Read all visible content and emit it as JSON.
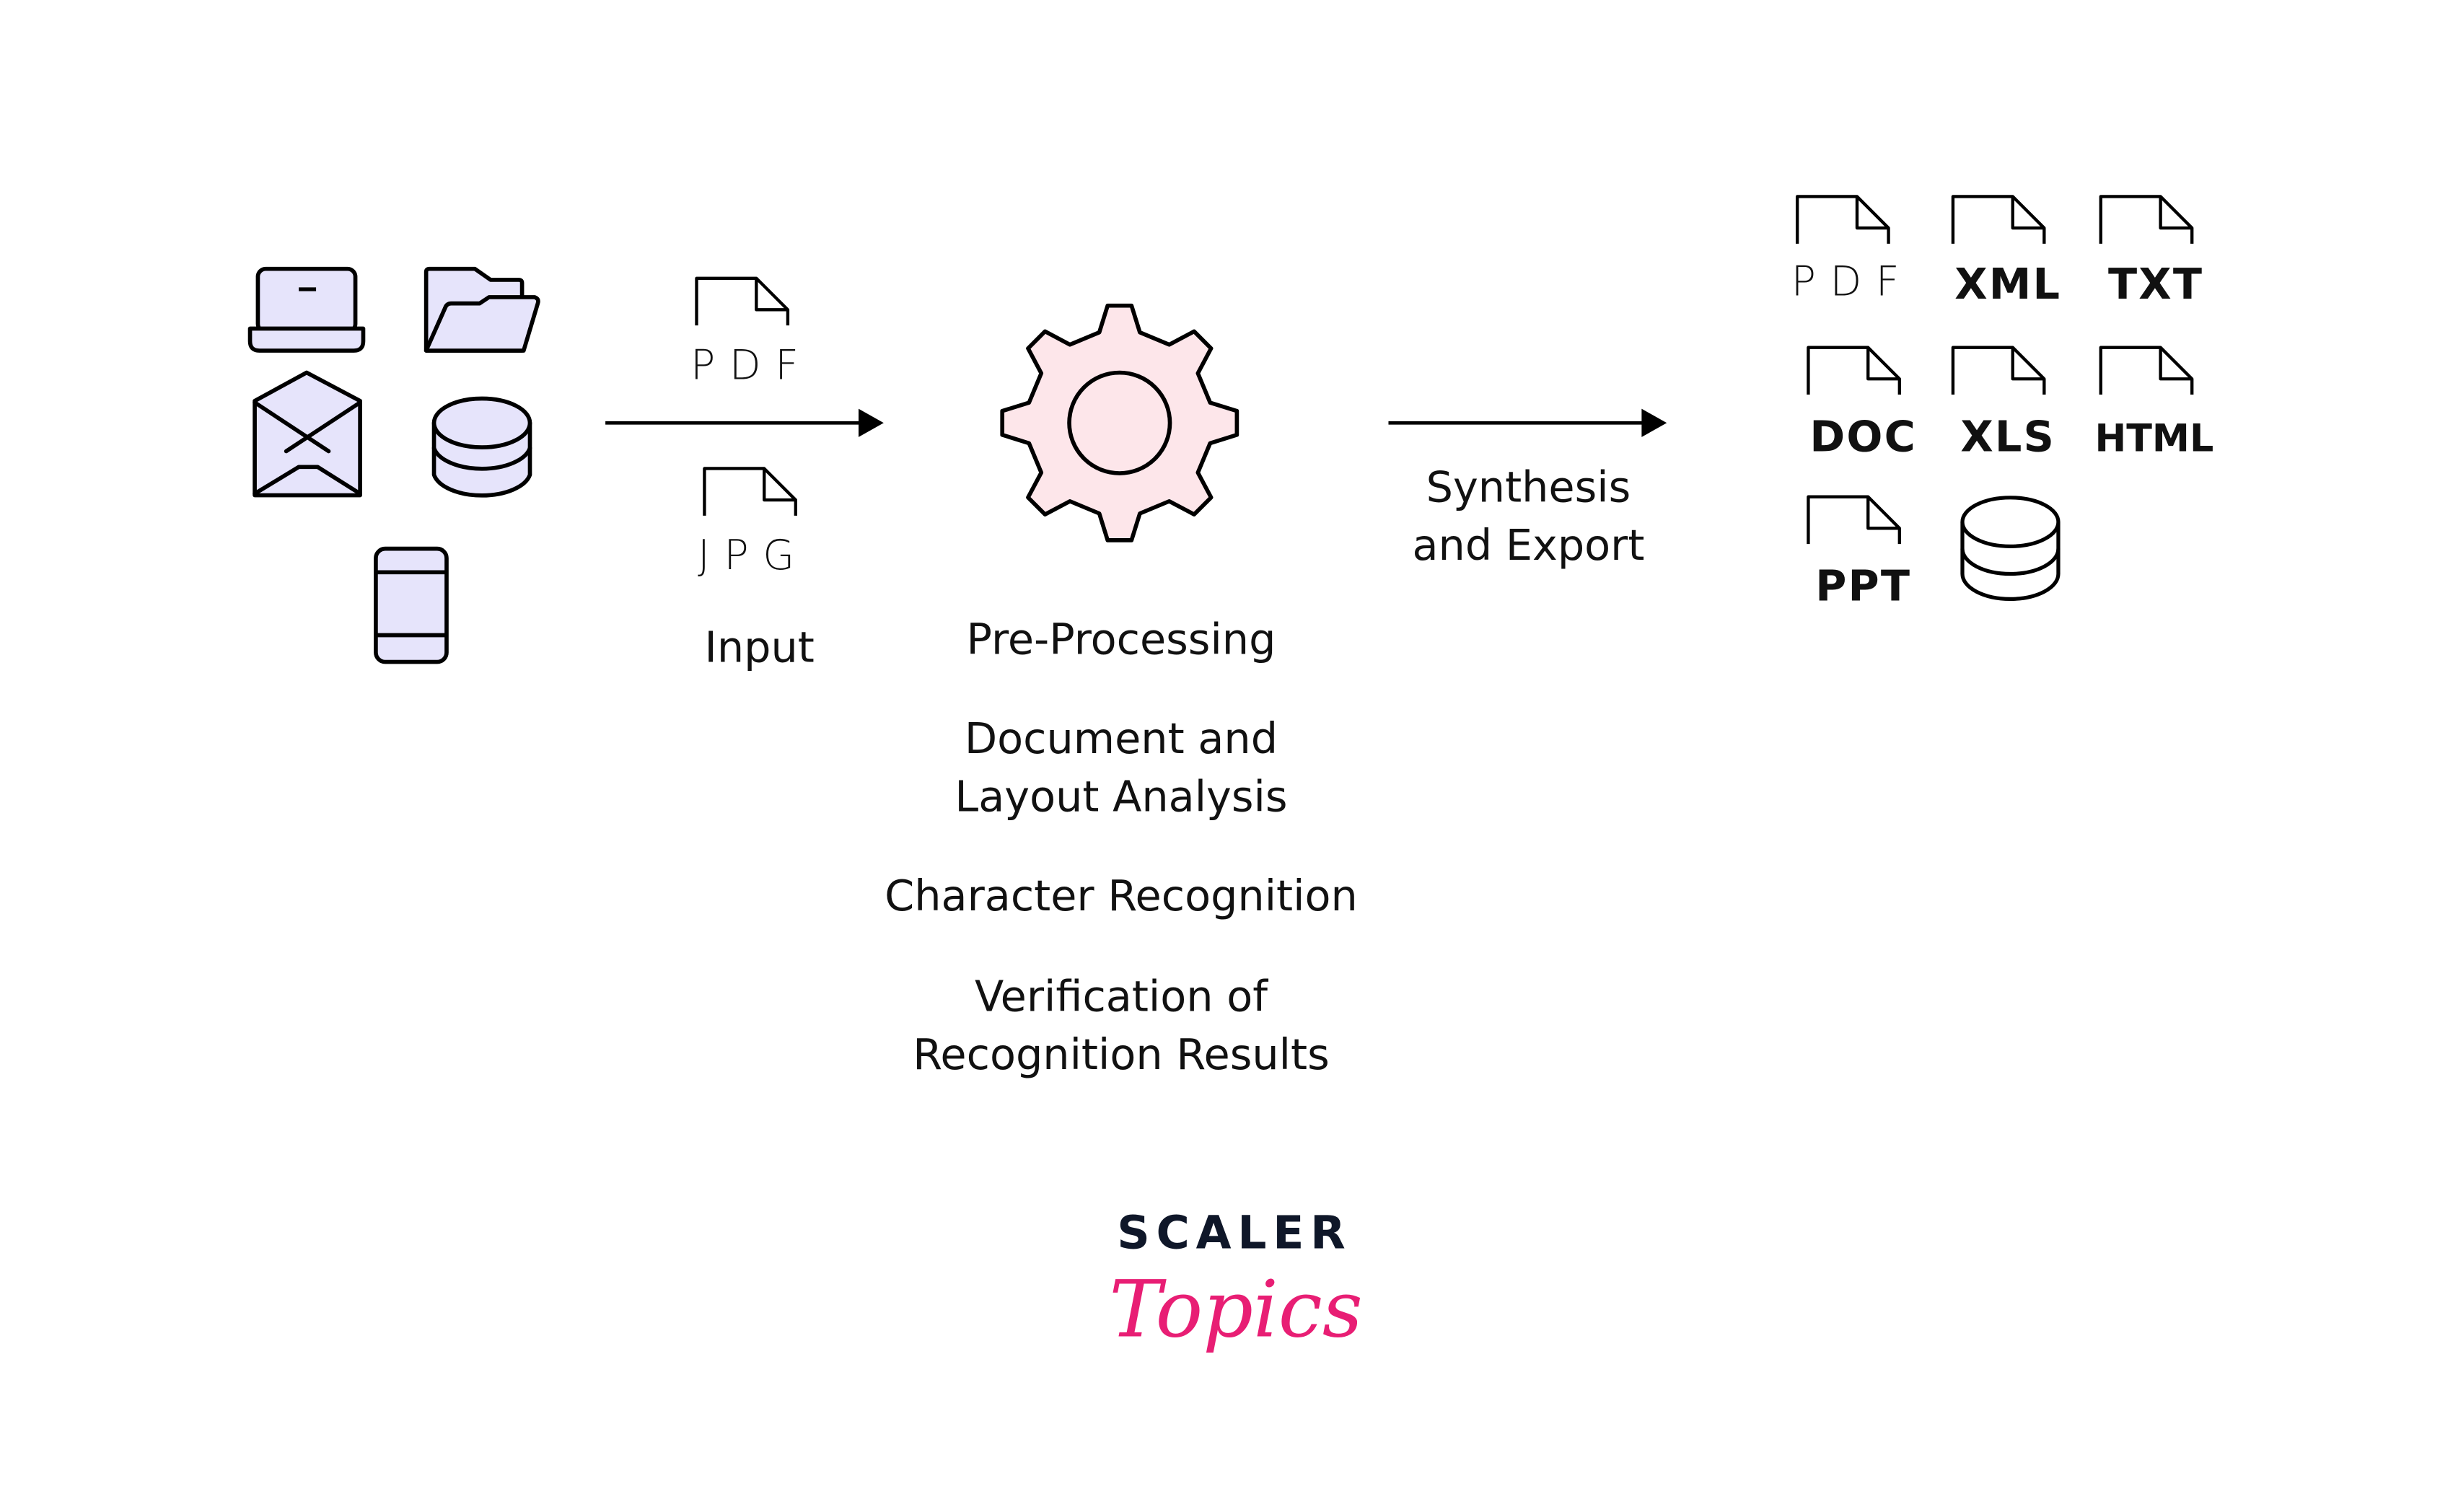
{
  "input": {
    "sources": [
      "laptop-icon",
      "folder-icon",
      "envelope-icon",
      "database-icon",
      "phone-icon"
    ],
    "files": [
      "PDF",
      "JPG"
    ],
    "label": "Input"
  },
  "processing": {
    "steps": [
      "Pre-Processing",
      "Document and",
      "Layout Analysis",
      "Character Recognition",
      "Verification of",
      "Recognition Results"
    ]
  },
  "export": {
    "label_line1": "Synthesis",
    "label_line2": "and Export",
    "formats": [
      "PDF",
      "XML",
      "TXT",
      "DOC",
      "XLS",
      "HTML",
      "PPT"
    ]
  },
  "logo": {
    "brand": "SCALER",
    "sub": "Topics"
  },
  "colors": {
    "source_fill": "#e6e4fb",
    "gear_fill": "#fde6ea",
    "brand_dark": "#0f1729",
    "brand_pink": "#e81e74"
  }
}
